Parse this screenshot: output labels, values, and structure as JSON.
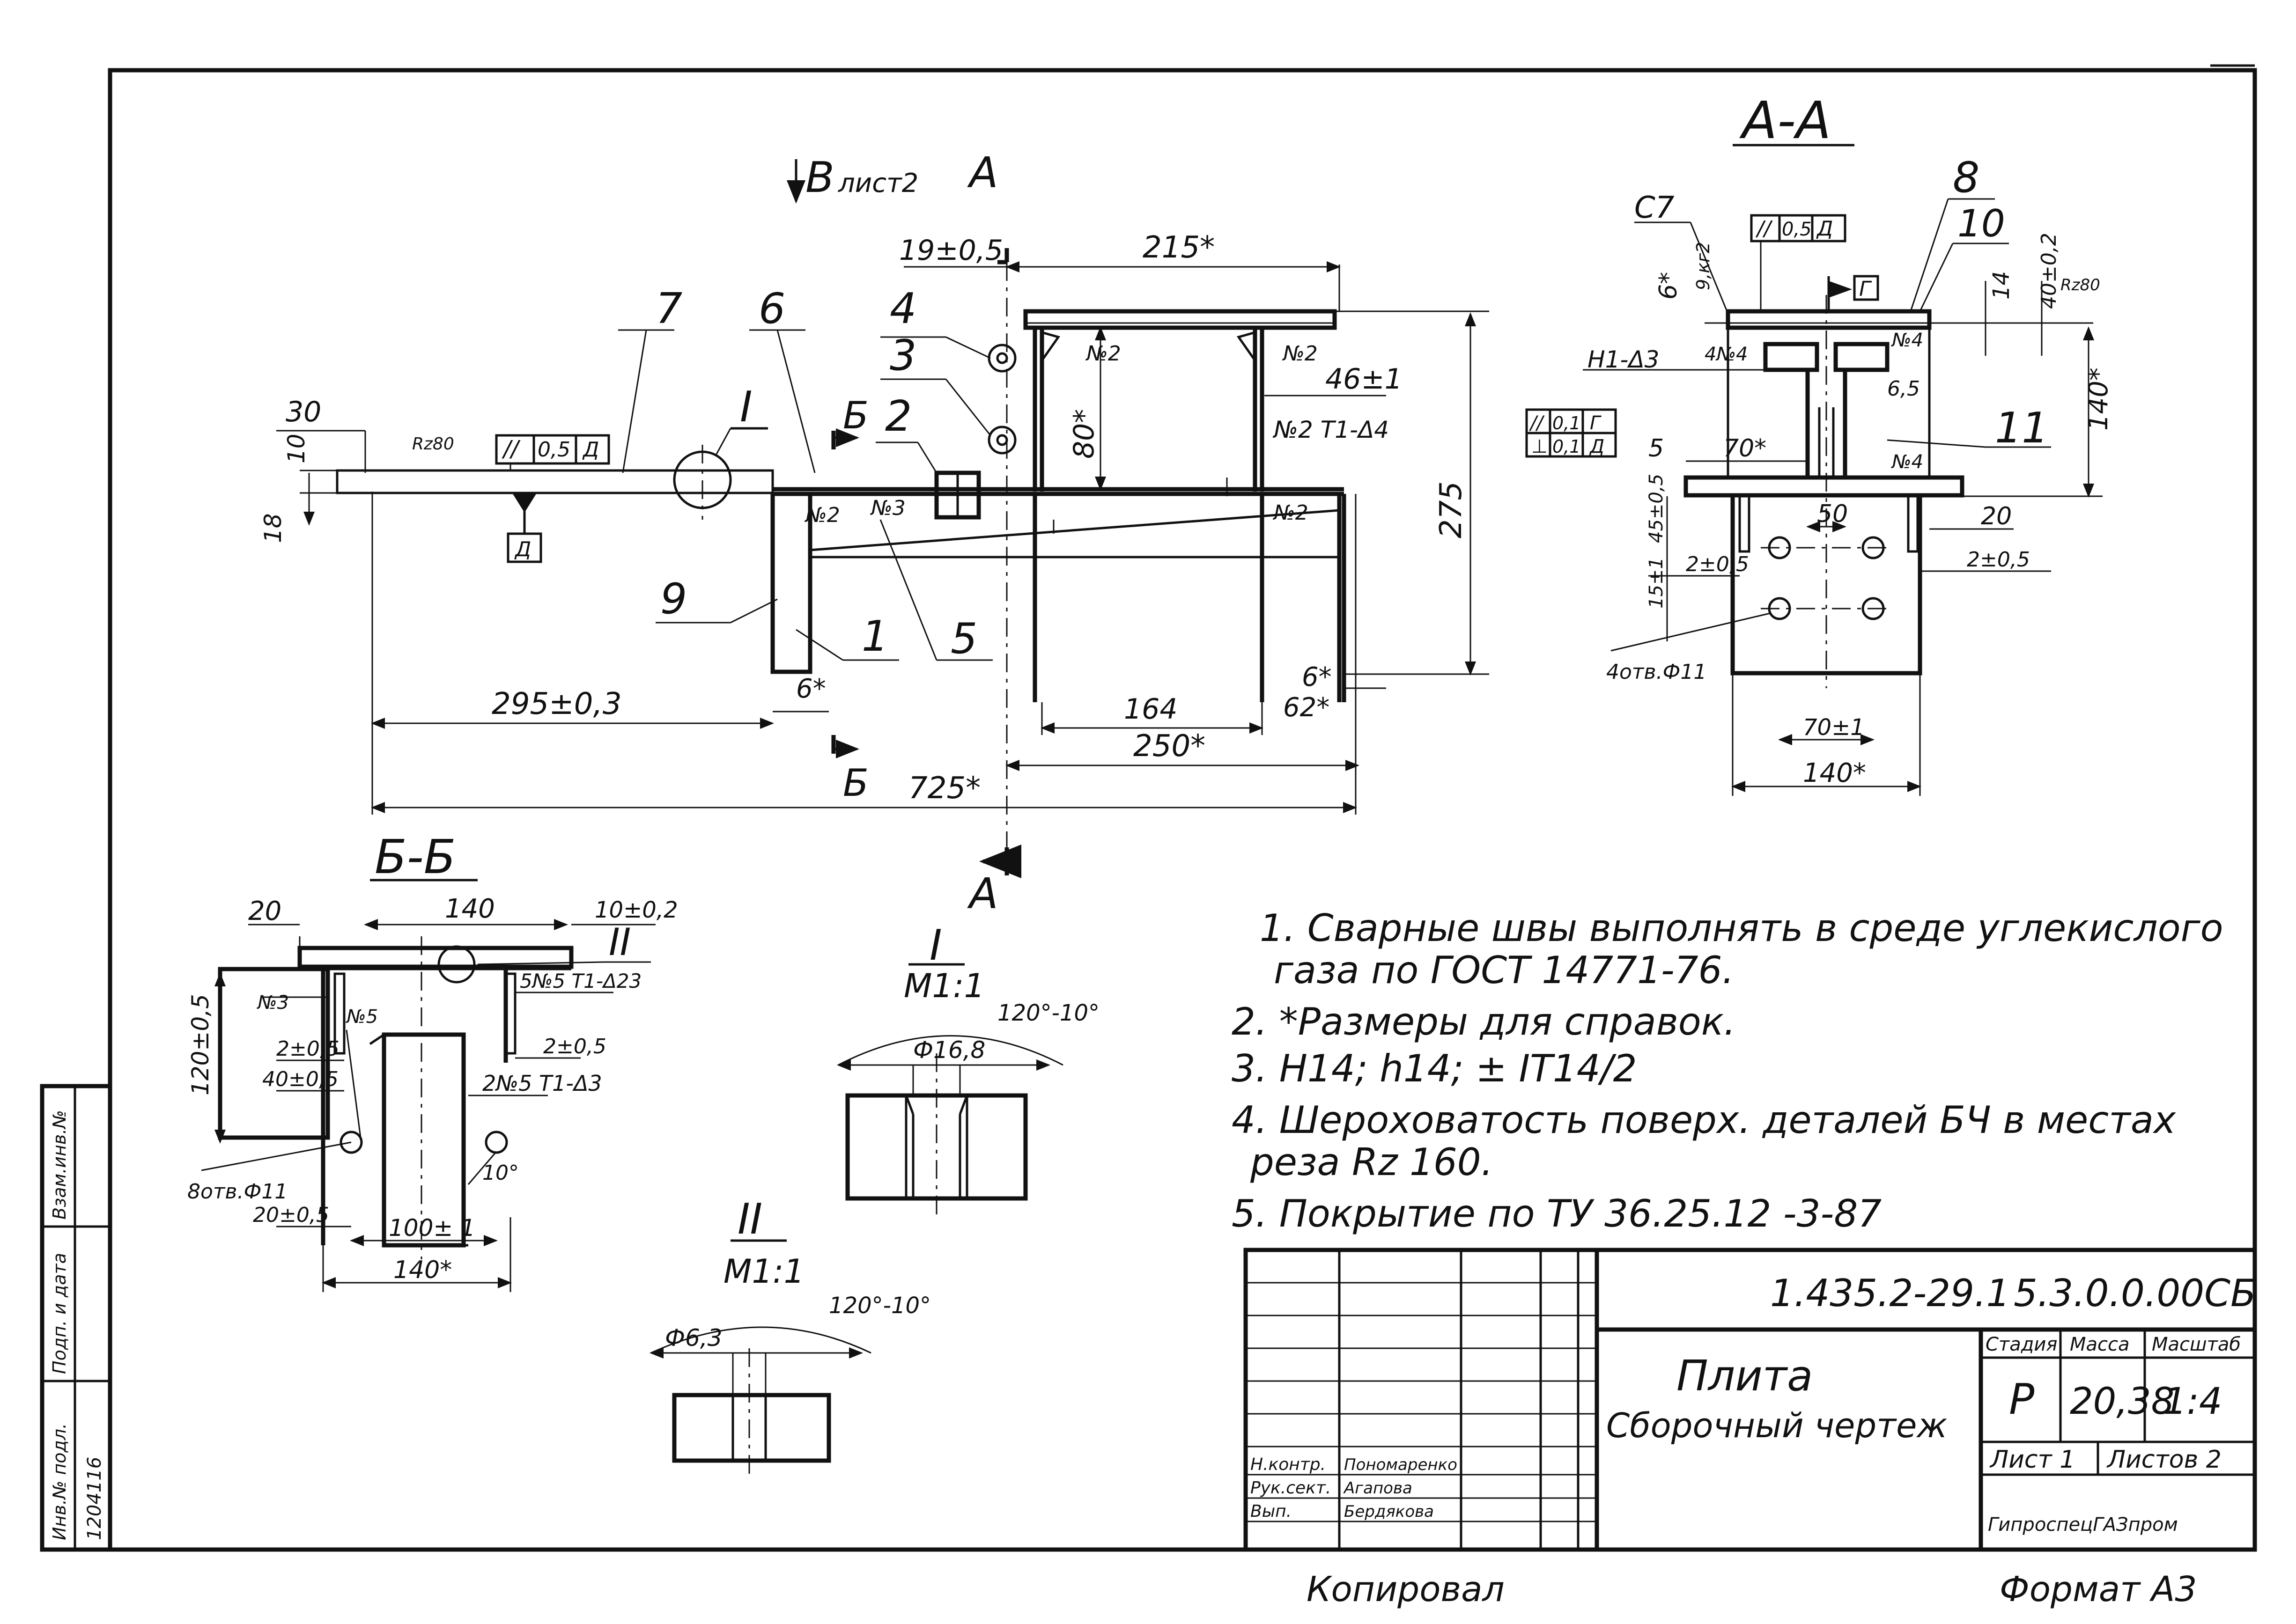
{
  "views": {
    "main": {
      "view_arrow": "В",
      "view_arrow_note": "лист2",
      "section_a_letter": "А",
      "section_b_letter": "Б",
      "part_numbers": {
        "p7": "7",
        "p6": "6",
        "p4": "4",
        "p3": "3",
        "p2": "2",
        "p9": "9",
        "p1": "1",
        "p5": "5"
      },
      "detail_one_ref": "I",
      "dims": {
        "d30": "30",
        "d10": "10",
        "d18": "18",
        "d19": "19±0,5",
        "d215": "215*",
        "d80": "80*",
        "d46": "46±1",
        "d275": "275",
        "d295": "295±0,3",
        "d6a": "6*",
        "d164": "164",
        "d250": "250*",
        "d725": "725*",
        "d6b": "6*",
        "d62": "62*"
      },
      "weld_marks": {
        "w1": "№2",
        "w2": "№2",
        "w3": "№2",
        "w4": "№2",
        "w5": "№3",
        "w6": "№2  Т1-Δ4"
      },
      "roughness": "Rz80",
      "tolerance_frame": [
        "//",
        "0,5",
        "Д"
      ],
      "datum": "Д"
    },
    "section_aa": {
      "title": "А-А",
      "labels": {
        "c7": "С7",
        "p8": "8",
        "p10": "10",
        "p11": "11",
        "datum_g": "Г"
      },
      "tolerance_frame": [
        "//",
        "0,5",
        "Д"
      ],
      "frame_stack": [
        [
          "//",
          "0,1",
          "Г"
        ],
        [
          "⊥",
          "0,1",
          "Д"
        ]
      ],
      "dims": {
        "d6": "6*",
        "d9": "9,кг2",
        "d14": "14",
        "d40": "40±0,2",
        "d140v": "140*",
        "d5": "5",
        "d70": "70*",
        "d65": "6,5",
        "d50": "50",
        "d20": "20",
        "d45": "45±0,5",
        "d2a": "2±0,5",
        "d2b": "2±0,5",
        "d15": "15±1",
        "d70b": "70±1",
        "d140h": "140*",
        "holes": "4отв.Ф11"
      },
      "weld_marks": {
        "h1": "Н1-Δ3",
        "n4a": "4№4",
        "n4b": "№4",
        "n4c": "№4"
      },
      "roughness": "Rz80"
    },
    "section_bb": {
      "title": "Б-Б",
      "detail_two_ref": "II",
      "dims": {
        "d20": "20",
        "d140": "140",
        "d10": "10±0,2",
        "d120": "120±0,5",
        "d2a": "2±0,5",
        "d40": "40±0,5",
        "d2b": "2±0,5",
        "d20b": "20±0,5",
        "d100": "100± 1",
        "d140b": "140*",
        "d10deg": "10°",
        "holes": "8отв.Ф11"
      },
      "weld_marks": {
        "n3": "№3",
        "n5": "№5",
        "n5b": "5№5  Т1-Δ23",
        "n5c": "2№5  Т1-Δ3"
      }
    },
    "detail_one": {
      "title": "I",
      "scale": "М1:1",
      "angle": "120°-10°",
      "diameter": "Ф16,8"
    },
    "detail_two": {
      "title": "II",
      "scale": "М1:1",
      "angle": "120°-10°",
      "diameter": "Ф6,3"
    }
  },
  "notes": [
    "1. Сварные швы выполнять в среде углекислого",
    "газа по ГОСТ 14771-76.",
    "2. *Размеры для справок.",
    "3. Н14;  h14;  ± IT14/2",
    "4. Шероховатость  поверх.  деталей БЧ в местах",
    "реза  Rz 160.",
    "5. Покрытие  по  ТУ 36.25.12 -3-87"
  ],
  "title_block": {
    "doc_number": "1.435.2-29.1",
    "doc_code": "5.3.0.0.00СБ",
    "name": "Плита",
    "doc_type": "Сборочный  чертеж",
    "stage_label": "Стадия",
    "mass_label": "Масса",
    "scale_label": "Масштаб",
    "stage": "Р",
    "mass": "20,38",
    "scale": "1:4",
    "sheet": "Лист 1",
    "sheets": "Листов 2",
    "org": "ГипроспецГАЗпром",
    "signatures": [
      {
        "role": "Н.контр.",
        "name": "Пономаренко",
        "sign": "",
        "date": ""
      },
      {
        "role": "Рук.сект.",
        "name": "Агапова",
        "sign": "",
        "date": ""
      },
      {
        "role": "Вып.",
        "name": "Бердякова",
        "sign": "",
        "date": ""
      }
    ]
  },
  "side_stamp": [
    "Инв.№ подл.",
    "Подп. и дата",
    "Взам.инв.№"
  ],
  "side_stamp_values": [
    "1204116",
    ""
  ],
  "footer": {
    "copied": "Копировал",
    "format": "Формат А3"
  }
}
